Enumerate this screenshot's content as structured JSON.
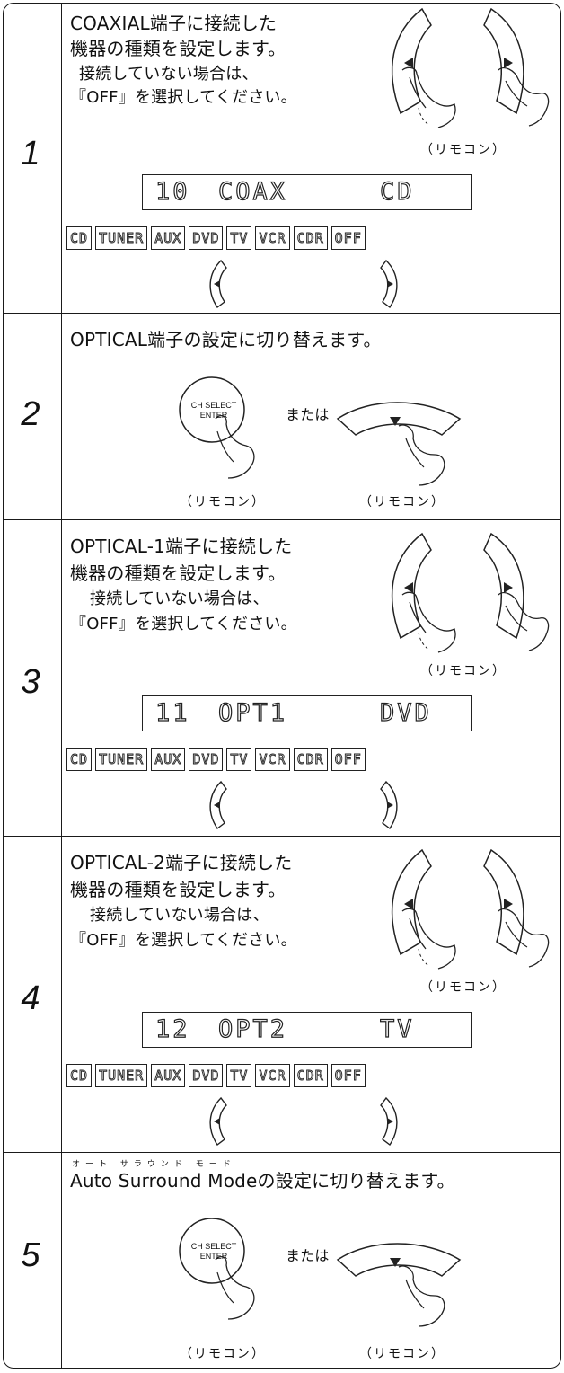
{
  "steps": [
    {
      "number": "1",
      "lines": [
        "COAXIAL端子に接続した",
        "機器の種類を設定します。"
      ],
      "sublines": [
        "接続していない場合は、",
        "『OFF』を選択してください。"
      ],
      "remote_label": "（リモコン）",
      "display": {
        "index": "10",
        "port": "COAX",
        "source": "CD"
      },
      "sources": [
        "CD",
        "TUNER",
        "AUX",
        "DVD",
        "TV",
        "VCR",
        "CDR",
        "OFF"
      ]
    },
    {
      "number": "2",
      "line": "OPTICAL端子の設定に切り替えます。",
      "button_label_1": "CH SELECT",
      "button_label_2": "ENTER",
      "or_text": "または",
      "remote_label_left": "（リモコン）",
      "remote_label_right": "（リモコン）"
    },
    {
      "number": "3",
      "lines": [
        "OPTICAL-1端子に接続した",
        "機器の種類を設定します。"
      ],
      "sublines": [
        "接続していない場合は、",
        "『OFF』を選択してください。"
      ],
      "remote_label": "（リモコン）",
      "display": {
        "index": "11",
        "port": "OPT1",
        "source": "DVD"
      },
      "sources": [
        "CD",
        "TUNER",
        "AUX",
        "DVD",
        "TV",
        "VCR",
        "CDR",
        "OFF"
      ]
    },
    {
      "number": "4",
      "lines": [
        "OPTICAL-2端子に接続した",
        "機器の種類を設定します。"
      ],
      "sublines": [
        "接続していない場合は、",
        "『OFF』を選択してください。"
      ],
      "remote_label": "（リモコン）",
      "display": {
        "index": "12",
        "port": "OPT2",
        "source": "TV"
      },
      "sources": [
        "CD",
        "TUNER",
        "AUX",
        "DVD",
        "TV",
        "VCR",
        "CDR",
        "OFF"
      ]
    },
    {
      "number": "5",
      "ruby": "オート サラウンド モード",
      "line": "Auto Surround Modeの設定に切り替えます。",
      "button_label_1": "CH SELECT",
      "button_label_2": "ENTER",
      "or_text": "または",
      "remote_label_left": "（リモコン）",
      "remote_label_right": "（リモコン）"
    }
  ],
  "icons": [
    "left-arrow-button-hand-icon",
    "right-arrow-button-hand-icon",
    "down-arrow-button-hand-icon",
    "ch-select-enter-button-hand-icon",
    "left-arrow-icon",
    "right-arrow-icon"
  ]
}
